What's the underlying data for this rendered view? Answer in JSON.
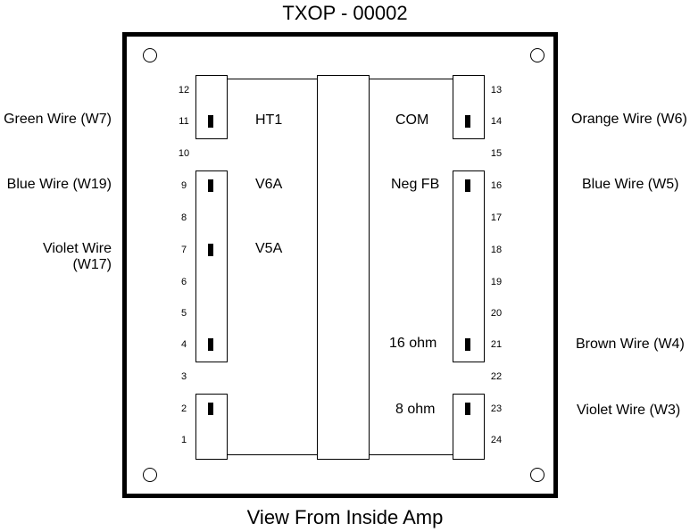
{
  "title": "TXOP - 00002",
  "footer": "View From Inside Amp",
  "left_pins": [
    "12",
    "11",
    "10",
    "9",
    "8",
    "7",
    "6",
    "5",
    "4",
    "3",
    "2",
    "1"
  ],
  "right_pins": [
    "13",
    "14",
    "15",
    "16",
    "17",
    "18",
    "19",
    "20",
    "21",
    "22",
    "23",
    "24"
  ],
  "left_labels": {
    "ht1": "HT1",
    "v6a": "V6A",
    "v5a": "V5A"
  },
  "right_labels": {
    "com": "COM",
    "negfb": "Neg FB",
    "ohm16": "16 ohm",
    "ohm8": "8 ohm"
  },
  "wires_left": {
    "w7": "Green Wire (W7)",
    "w19": "Blue Wire (W19)",
    "w17": "Violet Wire (W17)"
  },
  "wires_right": {
    "w6": "Orange Wire (W6)",
    "w5": "Blue Wire (W5)",
    "w4": "Brown Wire (W4)",
    "w3": "Violet Wire (W3)"
  }
}
